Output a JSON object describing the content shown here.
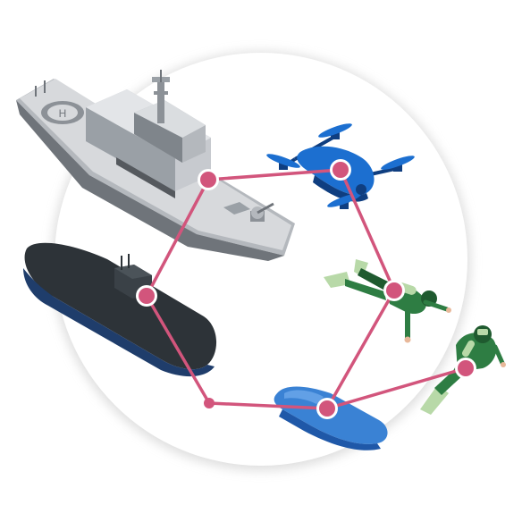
{
  "colors": {
    "background": "#ffffff",
    "circle_fill": "#ffffff",
    "circle_shadow": "#d9d9d9",
    "link": "#d2557c",
    "node_fill": "#d2557c",
    "node_ring": "#ffffff",
    "ship_light": "#d7d9dc",
    "ship_mid": "#b4b8bd",
    "ship_dark": "#6f747a",
    "sub_hull": "#2d3338",
    "sub_belly": "#1f3d6b",
    "drone_body": "#1c6fd0",
    "drone_dark": "#0f3e80",
    "usv_body": "#3a82d4",
    "usv_dark": "#1f58a8",
    "diver_suit": "#2e7d43",
    "diver_dark": "#1f5a2f",
    "diver_fins": "#b8d9a8",
    "diver_skin": "#e8b89a"
  },
  "nodes": [
    {
      "id": "ship",
      "asset": "warship-icon"
    },
    {
      "id": "drone",
      "asset": "drone-icon"
    },
    {
      "id": "diver-1",
      "asset": "diver-icon"
    },
    {
      "id": "diver-2",
      "asset": "diver-icon"
    },
    {
      "id": "usv",
      "asset": "unmanned-surface-vessel-icon"
    },
    {
      "id": "relay",
      "asset": "relay-point"
    },
    {
      "id": "submarine",
      "asset": "submarine-icon"
    }
  ],
  "links": [
    {
      "from": "ship",
      "to": "drone"
    },
    {
      "from": "drone",
      "to": "diver-1"
    },
    {
      "from": "diver-1",
      "to": "usv"
    },
    {
      "from": "diver-2",
      "to": "usv"
    },
    {
      "from": "usv",
      "to": "relay"
    },
    {
      "from": "relay",
      "to": "submarine"
    },
    {
      "from": "submarine",
      "to": "ship"
    }
  ]
}
